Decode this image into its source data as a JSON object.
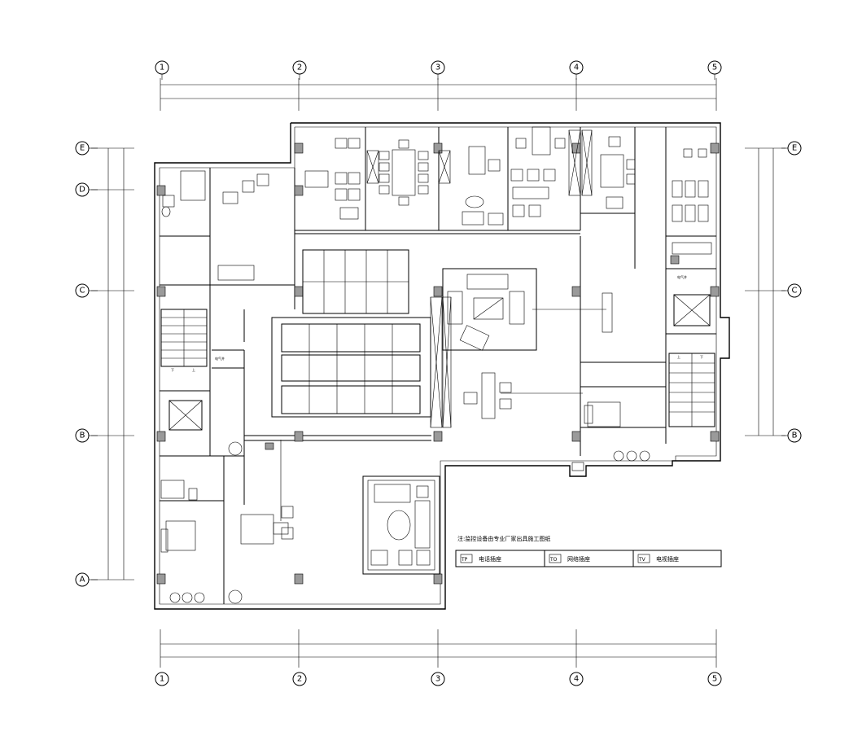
{
  "grid": {
    "columns": [
      "1",
      "2",
      "3",
      "4",
      "5"
    ],
    "rows": [
      "E",
      "D",
      "C",
      "B",
      "A"
    ]
  },
  "note": "注:监控设备由专业厂家出具施工图纸",
  "legend": [
    {
      "symbol": "TP",
      "label": "电话插座"
    },
    {
      "symbol": "TO",
      "label": "网络插座"
    },
    {
      "symbol": "TV",
      "label": "电视插座"
    }
  ],
  "rooms": {
    "elec_left": "电气井",
    "elec_right": "电气井"
  },
  "stair_labels": {
    "left_up": "上",
    "left_down": "下",
    "right_up": "上",
    "right_down": "下"
  },
  "colors": {
    "line": "#000000",
    "column_fill": "#9a9a9a",
    "background": "#ffffff"
  }
}
